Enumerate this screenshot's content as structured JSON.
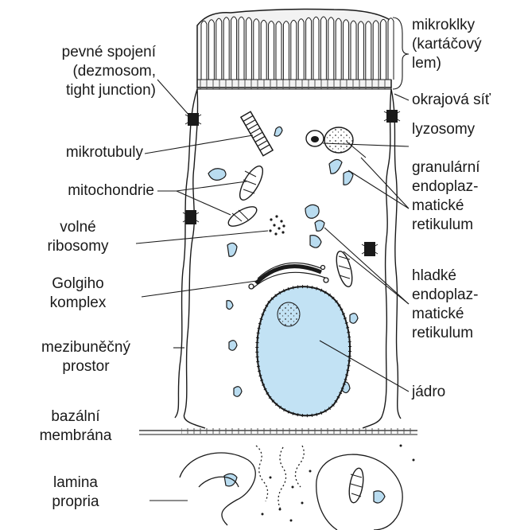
{
  "labels": {
    "desmosome": [
      "pevné spojení",
      "(dezmosom,",
      "tight junction)"
    ],
    "microtubules": [
      "mikrotubuly"
    ],
    "mitochondria": [
      "mitochondrie"
    ],
    "free_ribosomes": [
      "volné",
      "ribosomy"
    ],
    "golgi": [
      "Golgiho",
      "komplex"
    ],
    "intercellular_space": [
      "mezibuněčný",
      "prostor"
    ],
    "basement_membrane": [
      "bazální",
      "membrána"
    ],
    "lamina_propria": [
      "lamina",
      "propria"
    ],
    "microvilli": [
      "mikroklky",
      "(kartáčový",
      "lem)"
    ],
    "terminal_web": [
      "okrajová síť"
    ],
    "lysosomes": [
      "lyzosomy"
    ],
    "rough_er": [
      "granulární",
      "endoplaz-",
      "matické",
      "retikulum"
    ],
    "smooth_er": [
      "hladké",
      "endoplaz-",
      "matické",
      "retikulum"
    ],
    "nucleus": [
      "jádro"
    ]
  },
  "colors": {
    "organelle_fill": "#b9dcf0",
    "nucleus_fill": "#c2e2f4",
    "line": "#1a1a1a"
  }
}
